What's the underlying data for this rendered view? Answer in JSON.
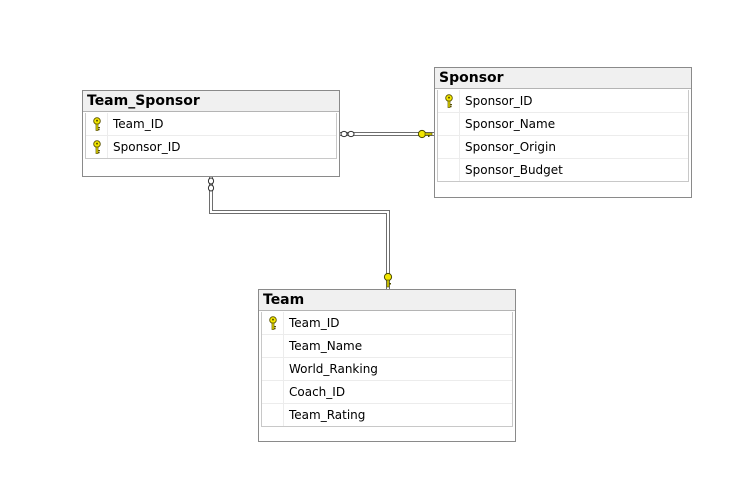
{
  "tables": {
    "team_sponsor": {
      "title": "Team_Sponsor",
      "columns": [
        {
          "name": "Team_ID",
          "key": true
        },
        {
          "name": "Sponsor_ID",
          "key": true
        }
      ]
    },
    "sponsor": {
      "title": "Sponsor",
      "columns": [
        {
          "name": "Sponsor_ID",
          "key": true
        },
        {
          "name": "Sponsor_Name",
          "key": false
        },
        {
          "name": "Sponsor_Origin",
          "key": false
        },
        {
          "name": "Sponsor_Budget",
          "key": false
        }
      ]
    },
    "team": {
      "title": "Team",
      "columns": [
        {
          "name": "Team_ID",
          "key": true
        },
        {
          "name": "Team_Name",
          "key": false
        },
        {
          "name": "World_Ranking",
          "key": false
        },
        {
          "name": "Coach_ID",
          "key": false
        },
        {
          "name": "Team_Rating",
          "key": false
        }
      ]
    }
  },
  "relationships": [
    {
      "from": "team_sponsor",
      "to": "sponsor",
      "from_end": "many",
      "to_end": "one"
    },
    {
      "from": "team_sponsor",
      "to": "team",
      "from_end": "many",
      "to_end": "one"
    }
  ],
  "colors": {
    "key": "#f2e600",
    "line": "#6e6e6e",
    "header": "#f0f0f0"
  }
}
